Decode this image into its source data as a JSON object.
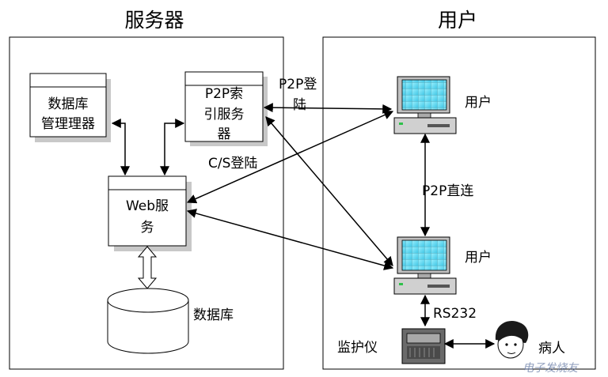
{
  "server": {
    "title": "服务器",
    "db_manager": [
      "数据库",
      "管理理器"
    ],
    "p2p_index": [
      "P2P索",
      "引服务",
      "器"
    ],
    "web_service": [
      "Web服",
      "务"
    ],
    "database": "数据库"
  },
  "users": {
    "title": "用户",
    "user1": "用户",
    "user2": "用户",
    "monitor": "监护仪",
    "patient": "病人"
  },
  "edges": {
    "p2p_login": [
      "P2P登",
      "陆"
    ],
    "cs_login": "C/S登陆",
    "p2p_direct": "P2P直连",
    "rs232": "RS232"
  },
  "watermark": "电子发烧友"
}
